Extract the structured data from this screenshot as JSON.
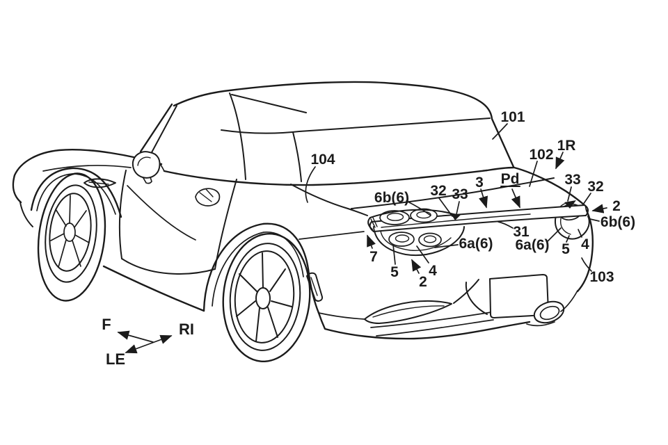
{
  "figure": {
    "kind": "patent-line-drawing",
    "description": "Rear three-quarter line drawing of a roadster with a rear-deck airflow device and reference numerals",
    "background": "#ffffff",
    "ink_color": "#1b1b1b"
  },
  "labels": [
    {
      "text": "101"
    },
    {
      "text": "102"
    },
    {
      "text": "1R"
    },
    {
      "text": "104"
    },
    {
      "text": "Pd"
    },
    {
      "text": "3"
    },
    {
      "text": "32"
    },
    {
      "text": "33"
    },
    {
      "text": "33"
    },
    {
      "text": "32"
    },
    {
      "text": "2"
    },
    {
      "text": "6b(6)"
    },
    {
      "text": "6b(6)"
    },
    {
      "text": "31"
    },
    {
      "text": "6a(6)"
    },
    {
      "text": "6a(6)"
    },
    {
      "text": "7"
    },
    {
      "text": "5"
    },
    {
      "text": "4"
    },
    {
      "text": "2"
    },
    {
      "text": "5"
    },
    {
      "text": "4"
    },
    {
      "text": "103"
    }
  ],
  "compass": {
    "front": "F",
    "right": "RI",
    "left": "LE"
  }
}
